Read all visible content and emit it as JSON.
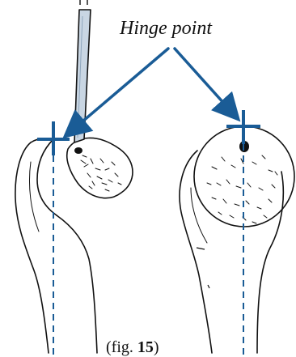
{
  "callout": {
    "label": "Hinge point"
  },
  "caption": {
    "prefix": "(fig. ",
    "number": "15",
    "suffix": ")"
  },
  "colors": {
    "accent": "#1a5c96",
    "ink": "#111111",
    "instrument_fill": "#c9d6e3"
  },
  "icons": {
    "hinge_marker": "plus-cross-marker",
    "instrument": "drill-guide-pin",
    "arrow": "arrow-right"
  }
}
